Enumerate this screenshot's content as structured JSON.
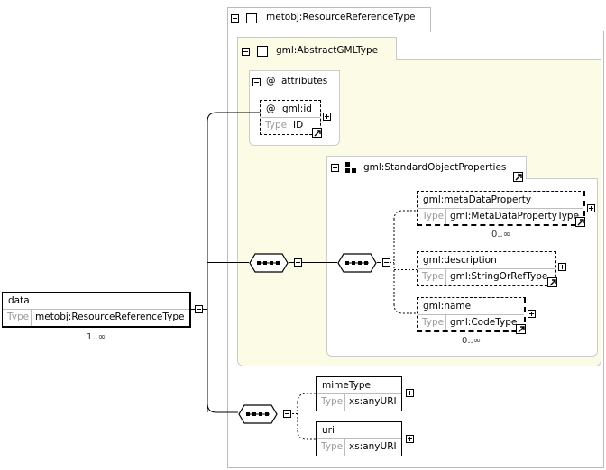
{
  "root": {
    "name": "data",
    "type_label": "Type",
    "type_value": "metobj:ResourceReferenceType",
    "occurrence": "1..∞"
  },
  "complex_type": {
    "title": "metobj:ResourceReferenceType"
  },
  "abstract_type": {
    "title": "gml:AbstractGMLType"
  },
  "attributes": {
    "symbol": "@",
    "title": "attributes",
    "id": {
      "symbol": "@",
      "name": "gml:id",
      "type_label": "Type",
      "type_value": "ID"
    }
  },
  "group": {
    "title": "gml:StandardObjectProperties",
    "items": [
      {
        "name": "gml:metaDataProperty",
        "type_label": "Type",
        "type_value": "gml:MetaDataPropertyType",
        "occurrence": "0..∞"
      },
      {
        "name": "gml:description",
        "type_label": "Type",
        "type_value": "gml:StringOrRefType",
        "occurrence": ""
      },
      {
        "name": "gml:name",
        "type_label": "Type",
        "type_value": "gml:CodeType",
        "occurrence": "0..∞"
      }
    ]
  },
  "bottom_elements": [
    {
      "name": "mimeType",
      "type_label": "Type",
      "type_value": "xs:anyURI"
    },
    {
      "name": "uri",
      "type_label": "Type",
      "type_value": "xs:anyURI"
    }
  ],
  "colors": {
    "panel_fill": "#fbfbe6",
    "panel_border": "#c8c8c8",
    "outer_border": "#bbbbbb"
  },
  "icons": [
    "expand-plus-icon",
    "collapse-minus-icon",
    "reference-arrow-icon",
    "sequence-compositor-icon",
    "group-icon",
    "attribute-icon"
  ]
}
